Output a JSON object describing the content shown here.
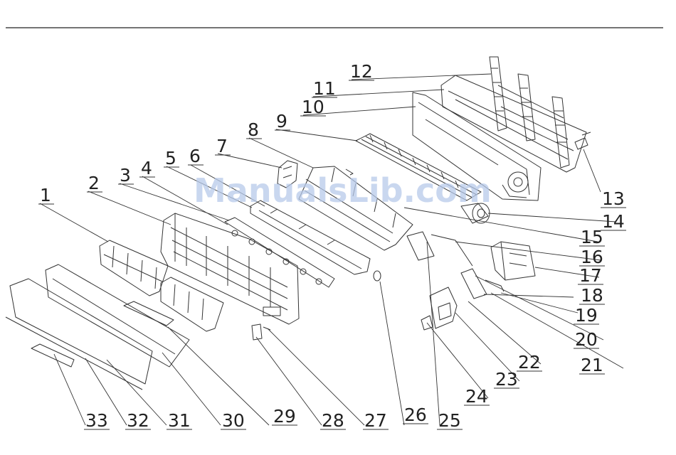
{
  "watermark": "ManualsLib.com",
  "callouts": [
    "1",
    "2",
    "3",
    "4",
    "5",
    "6",
    "7",
    "8",
    "9",
    "10",
    "11",
    "12",
    "13",
    "14",
    "15",
    "16",
    "17",
    "18",
    "19",
    "20",
    "21",
    "22",
    "23",
    "24",
    "25",
    "26",
    "27",
    "28",
    "29",
    "30",
    "31",
    "32",
    "33"
  ]
}
